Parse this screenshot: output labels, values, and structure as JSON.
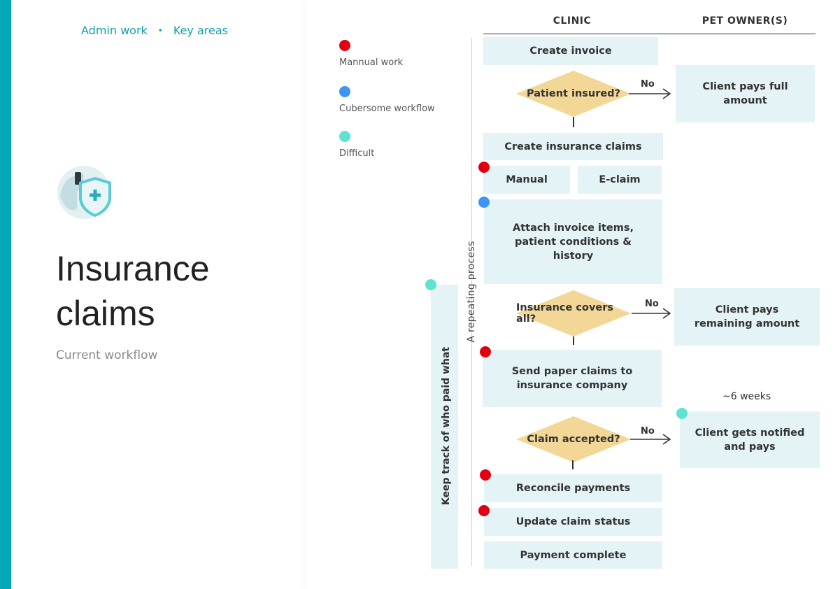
{
  "breadcrumb": {
    "first": "Admin work",
    "separator": "•",
    "second": "Key areas"
  },
  "title": {
    "line1": "Insurance",
    "line2": "claims",
    "subtitle": "Current workflow"
  },
  "legend": [
    {
      "label": "Mannual work",
      "color": "#e0000f"
    },
    {
      "label": "Cubersome workflow",
      "color": "#3d94f5"
    },
    {
      "label": "Difficult",
      "color": "#5ee3d0"
    }
  ],
  "columns": {
    "clinic": "CLINIC",
    "owner": "PET OWNER(S)"
  },
  "side_labels": {
    "repeat": "A repeating process",
    "tracker": "Keep track of who paid what"
  },
  "steps": {
    "create_invoice": "Create invoice",
    "create_claims": "Create insurance claims",
    "manual": "Manual",
    "eclaim": "E-claim",
    "attach": "Attach invoice items, patient conditions & history",
    "send_paper": "Send paper claims to insurance company",
    "reconcile": "Reconcile payments",
    "update_status": "Update claim status",
    "payment_complete": "Payment complete"
  },
  "decisions": {
    "insured": "Patient insured?",
    "covers": "Insurance covers all?",
    "accepted": "Claim accepted?",
    "no_label": "No"
  },
  "owner_steps": {
    "pays_full": "Client pays full amount",
    "pays_remaining": "Client pays remaining amount",
    "notified": "Client gets notified and pays"
  },
  "wait_label": "~6 weeks",
  "colors": {
    "accent": "#03a9b8",
    "box": "#e4f3f5",
    "decision": "#f2d797",
    "link": "#149fb0"
  }
}
